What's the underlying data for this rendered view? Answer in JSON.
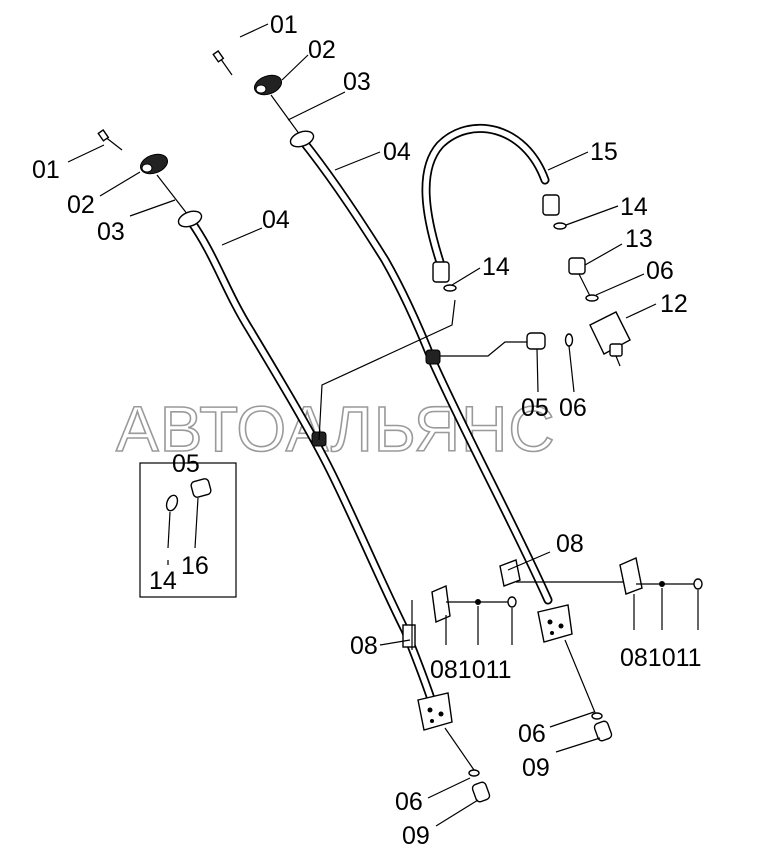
{
  "watermark": "АВТОАЛЬЯНС",
  "inset_title": "05",
  "labels": {
    "l01a": "01",
    "l02a": "02",
    "l03a": "03",
    "l04a": "04",
    "l01b": "01",
    "l02b": "02",
    "l03b": "03",
    "l04b": "04",
    "l15": "15",
    "l14a": "14",
    "l13": "13",
    "l06a": "06",
    "l12": "12",
    "l14b": "14",
    "l05": "05",
    "l06b": "06",
    "l14c": "14",
    "l16": "16",
    "l08a": "08",
    "l08b": "08",
    "l081011a": "081011",
    "l081011b": "081011",
    "l06c": "06",
    "l09a": "09",
    "l06d": "06",
    "l09b": "09"
  }
}
